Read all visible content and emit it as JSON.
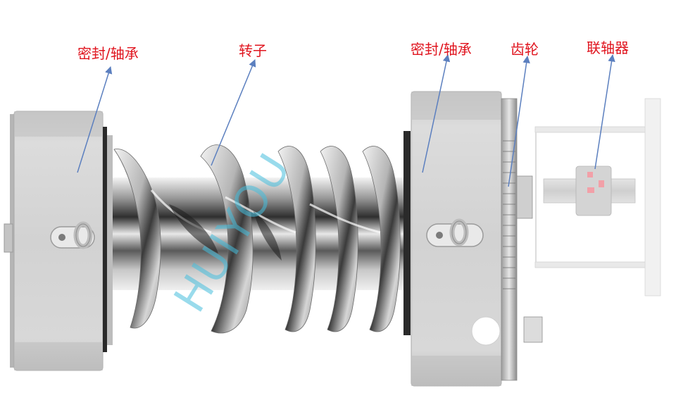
{
  "colors": {
    "label": "#e0141e",
    "arrow": "#5b7fbf",
    "watermark": "#46bedc",
    "housing": "#d4d4d4"
  },
  "labels": [
    {
      "text": "密封/轴承"
    },
    {
      "text": "转子"
    },
    {
      "text": "密封/轴承"
    },
    {
      "text": "齿轮"
    },
    {
      "text": "联轴器"
    }
  ],
  "watermark": "HUIYOU"
}
